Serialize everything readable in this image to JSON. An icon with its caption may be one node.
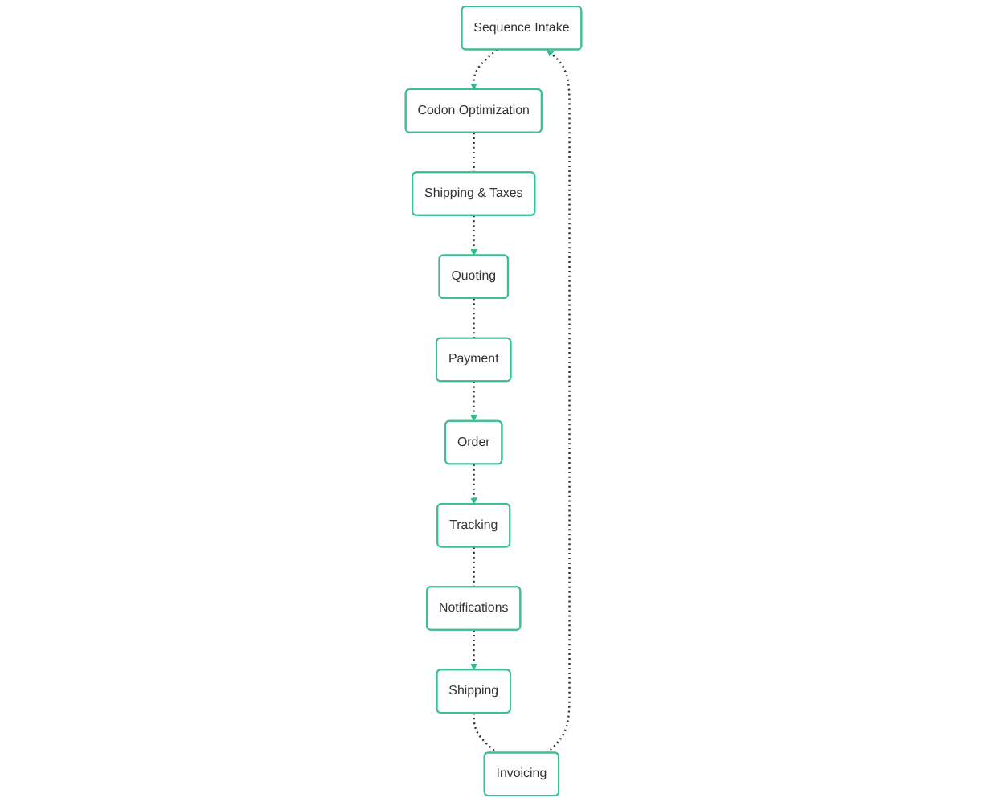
{
  "diagram": {
    "nodes": [
      {
        "text": [
          "Sequence Intake"
        ]
      },
      {
        "text": [
          "Codon Optimization"
        ]
      },
      {
        "text": [
          "Shipping & Taxes"
        ]
      },
      {
        "text": [
          "Quoting"
        ]
      },
      {
        "text": [
          "Payment"
        ]
      },
      {
        "text": [
          "Order"
        ]
      },
      {
        "text": [
          "Tracking"
        ]
      },
      {
        "text": [
          "Notifications"
        ]
      },
      {
        "text": [
          "Shipping"
        ]
      },
      {
        "text": [
          "Invoicing"
        ]
      }
    ],
    "edges": [
      {
        "from": 0,
        "to": 1,
        "arrow": "to",
        "style": "dashed"
      },
      {
        "from": 1,
        "to": 2,
        "arrow": "none",
        "style": "dashed"
      },
      {
        "from": 2,
        "to": 3,
        "arrow": "to",
        "style": "dashed"
      },
      {
        "from": 3,
        "to": 4,
        "arrow": "none",
        "style": "dashed"
      },
      {
        "from": 4,
        "to": 5,
        "arrow": "to",
        "style": "dashed"
      },
      {
        "from": 5,
        "to": 6,
        "arrow": "to",
        "style": "dashed"
      },
      {
        "from": 6,
        "to": 7,
        "arrow": "none",
        "style": "dashed"
      },
      {
        "from": 7,
        "to": 8,
        "arrow": "to",
        "style": "dashed"
      },
      {
        "from": 8,
        "to": 9,
        "arrow": "none",
        "style": "dashed"
      },
      {
        "from": 9,
        "to": 0,
        "arrow": "to",
        "style": "dashed"
      }
    ]
  }
}
